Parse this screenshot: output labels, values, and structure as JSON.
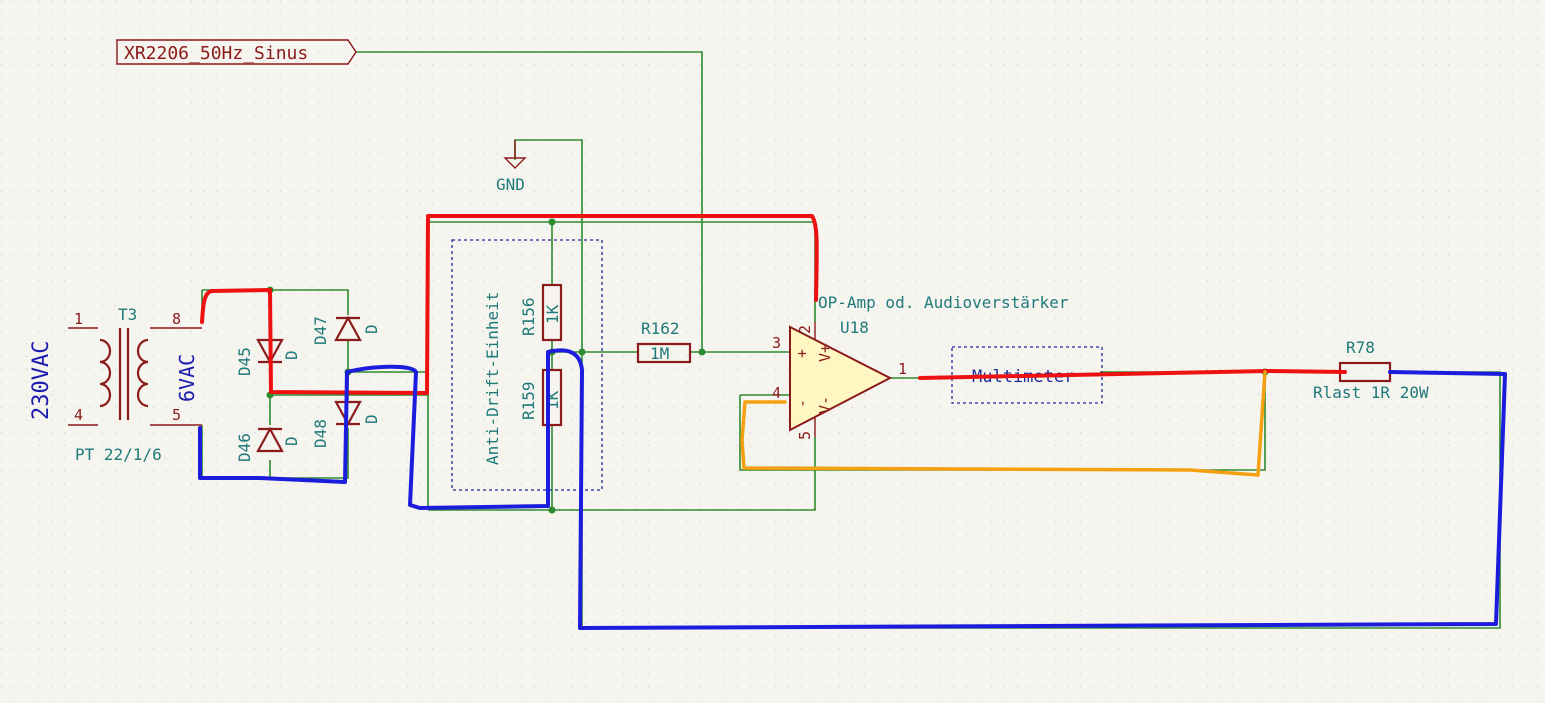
{
  "global_label": "XR2206_50Hz_Sinus",
  "gnd": "GND",
  "transformer": {
    "ref": "T3",
    "value": "PT 22/1/6",
    "primary_voltage": "230VAC",
    "secondary_voltage": "6VAC",
    "pins": [
      "1",
      "4",
      "8",
      "5"
    ]
  },
  "diodes": [
    {
      "ref": "D45",
      "value": "D"
    },
    {
      "ref": "D46",
      "value": "D"
    },
    {
      "ref": "D47",
      "value": "D"
    },
    {
      "ref": "D48",
      "value": "D"
    }
  ],
  "group_label": "Anti-Drift-Einheit",
  "resistors": [
    {
      "ref": "R156",
      "value": "1K"
    },
    {
      "ref": "R159",
      "value": "1K"
    },
    {
      "ref": "R162",
      "value": "1M"
    },
    {
      "ref": "R78",
      "value": "Rlast 1R 20W"
    }
  ],
  "opamp": {
    "ref": "U18",
    "value": "OP-Amp od. Audioverstärker",
    "pins": [
      "3",
      "4",
      "2",
      "5",
      "1"
    ],
    "symbols": [
      "+",
      "-",
      "V+",
      "V-"
    ]
  },
  "meter_label": "Multimeter",
  "colors": {
    "wire": "#2e8b2e",
    "component": "#8b1a1a",
    "text": "#1f7a7a",
    "marker_red": "#ee1111",
    "marker_blue": "#1c1cdc",
    "marker_orange": "#f5a010"
  }
}
